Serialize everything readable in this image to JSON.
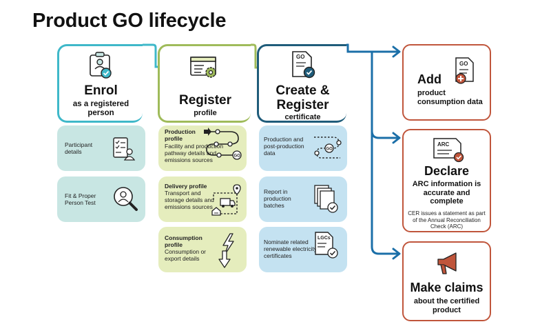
{
  "title": "Product GO lifecycle",
  "stages": {
    "enrol": {
      "title": "Enrol",
      "subtitle": "as a registered person"
    },
    "register": {
      "title": "Register",
      "subtitle": "profile"
    },
    "create": {
      "title_line1": "Create &",
      "title_line2": "Register",
      "subtitle": "certificate"
    }
  },
  "enrol_cards": [
    {
      "text": "Participant details"
    },
    {
      "text": "Fit & Proper Person Test"
    }
  ],
  "register_cards": [
    {
      "heading": "Production profile",
      "text": "Facility and production pathway details and emissions sources"
    },
    {
      "heading": "Delivery profile",
      "text": "Transport and storage details and emissions sources"
    },
    {
      "heading": "Consumption profile",
      "text": "Consumption or export details"
    }
  ],
  "create_cards": [
    {
      "text": "Production and post-production data"
    },
    {
      "text": "Report in production batches"
    },
    {
      "text": "Nominate related renewable electricity certificates"
    }
  ],
  "icon_labels": {
    "go": "GO",
    "arc": "ARC",
    "lgcs": "LGCs"
  },
  "outcomes": {
    "add": {
      "title": "Add",
      "subtitle": "product consumption data"
    },
    "declare": {
      "title": "Declare",
      "subtitle": "ARC information is accurate and complete",
      "note": "CER issues a statement as part of the Annual Reconciliation Check (ARC)"
    },
    "claims": {
      "title": "Make claims",
      "subtitle": "about the certified product"
    }
  },
  "colors": {
    "teal": "#3fb8c9",
    "green": "#9fbb5a",
    "navy": "#1f5c7a",
    "arrow_blue": "#1b6fa8",
    "orange": "#c0553b"
  },
  "icons": [
    "badge-check-icon",
    "settings-window-icon",
    "certificate-check-icon",
    "checklist-person-icon",
    "magnifier-person-icon",
    "pathway-icon",
    "truck-map-icon",
    "lightning-down-icon",
    "dotted-pathway-icon",
    "documents-check-icon",
    "lgc-certificate-icon",
    "document-plus-icon",
    "arc-document-icon",
    "megaphone-icon"
  ]
}
